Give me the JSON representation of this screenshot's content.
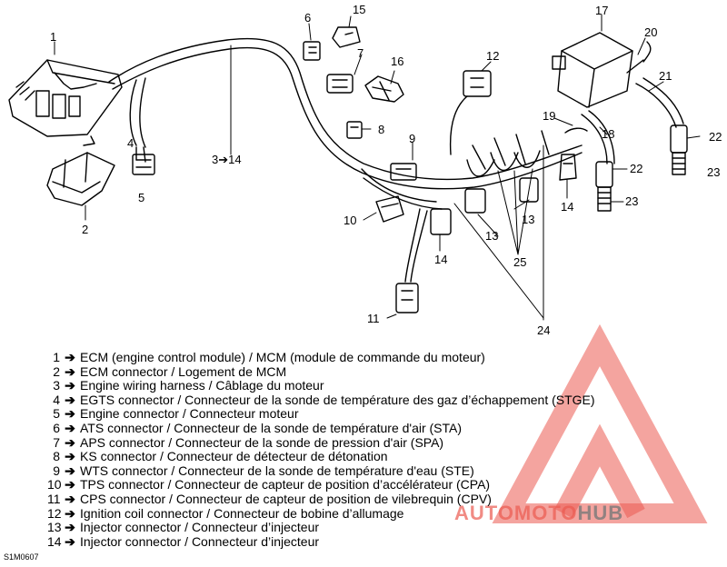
{
  "callouts": [
    "1",
    "2",
    "4",
    "5",
    "6",
    "7",
    "8",
    "9",
    "10",
    "11",
    "12",
    "13",
    "13",
    "14",
    "14",
    "15",
    "16",
    "17",
    "18",
    "19",
    "20",
    "21",
    "22",
    "22",
    "23",
    "23",
    "24",
    "25"
  ],
  "arrow_callout": {
    "from": "3",
    "to": "14"
  },
  "legend": [
    {
      "num": "1",
      "text": "ECM (engine control module) / MCM (module de commande du moteur)"
    },
    {
      "num": "2",
      "text": "ECM connector / Logement de MCM"
    },
    {
      "num": "3",
      "text": "Engine wiring harness / Câblage du moteur"
    },
    {
      "num": "4",
      "text": "EGTS connector / Connecteur de la sonde de température des gaz d’échappement (STGE)"
    },
    {
      "num": "5",
      "text": "Engine connector / Connecteur moteur"
    },
    {
      "num": "6",
      "text": "ATS connector / Connecteur de la sonde de température d'air (STA)"
    },
    {
      "num": "7",
      "text": "APS connector / Connecteur de la sonde de pression d'air (SPA)"
    },
    {
      "num": "8",
      "text": "KS connector / Connecteur de détecteur de détonation"
    },
    {
      "num": "9",
      "text": "WTS connector / Connecteur de la sonde de température d'eau (STE)"
    },
    {
      "num": "10",
      "text": "TPS connector / Connecteur de capteur de position d’accélérateur (CPA)"
    },
    {
      "num": "11",
      "text": "CPS connector / Connecteur  de capteur de position de vilebrequin (CPV)"
    },
    {
      "num": "12",
      "text": "Ignition coil connector / Connecteur de bobine d’allumage"
    },
    {
      "num": "13",
      "text": "Injector connector / Connecteur d’injecteur"
    },
    {
      "num": "14",
      "text": "Injector connector / Connecteur d’injecteur"
    }
  ],
  "figure_code": "S1M0607",
  "watermark": {
    "part1": "AUTOMOTO",
    "part2": "HUB",
    "color_red": "#eb5a50",
    "color_gray": "#787878"
  },
  "arrow_glyph": "➔"
}
